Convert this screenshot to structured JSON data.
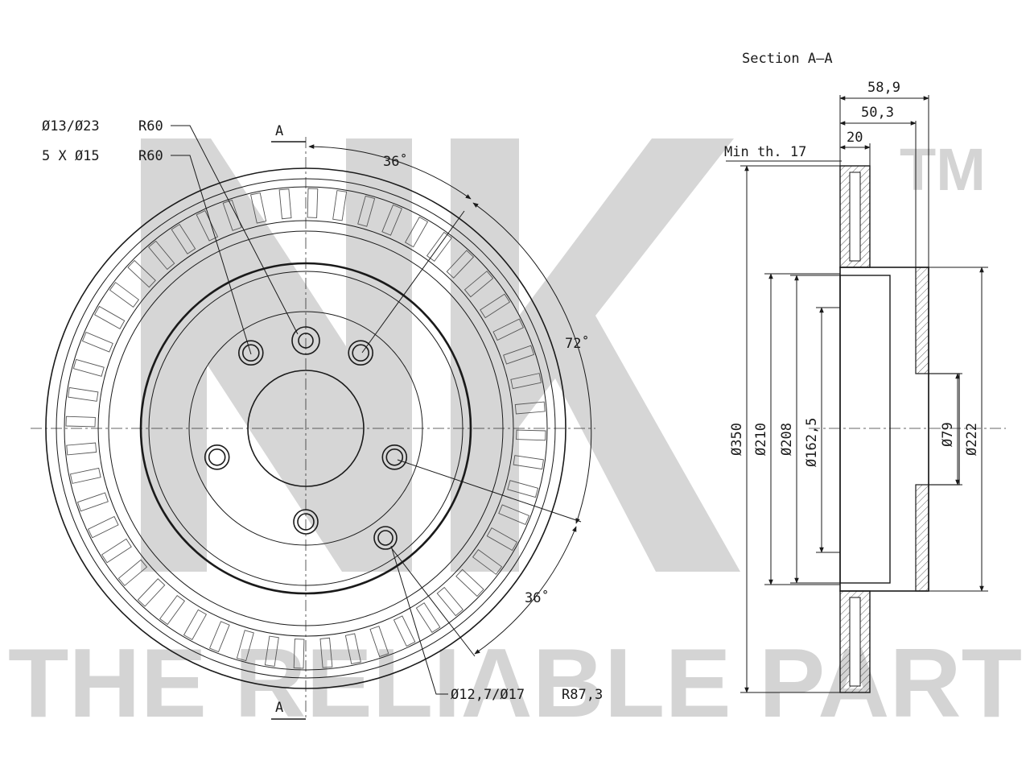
{
  "watermark": {
    "logo_text": "NK",
    "trademark": "TM",
    "slogan": "THE RELIABLE PART"
  },
  "front_view": {
    "section_marker_top": "A",
    "section_marker_bottom": "A",
    "hole_large": {
      "diameters": "Ø13/Ø23",
      "radius": "R60"
    },
    "bolt_holes": {
      "spec": "5 X Ø15",
      "radius": "R60"
    },
    "small_hole": {
      "diameters": "Ø12,7/Ø17",
      "radius": "R87,3"
    },
    "angle_top": "36˚",
    "angle_right": "72˚",
    "angle_bottom": "36˚"
  },
  "section_view": {
    "title": "Section A–A",
    "width_overall": "58,9",
    "width_inner": "50,3",
    "disc_thickness": "20",
    "min_thickness": "Min th. 17",
    "diameters": {
      "outer": "Ø350",
      "d210": "Ø210",
      "d208": "Ø208",
      "d162": "Ø162,5",
      "hub_bore": "Ø79",
      "hat": "Ø222"
    }
  }
}
